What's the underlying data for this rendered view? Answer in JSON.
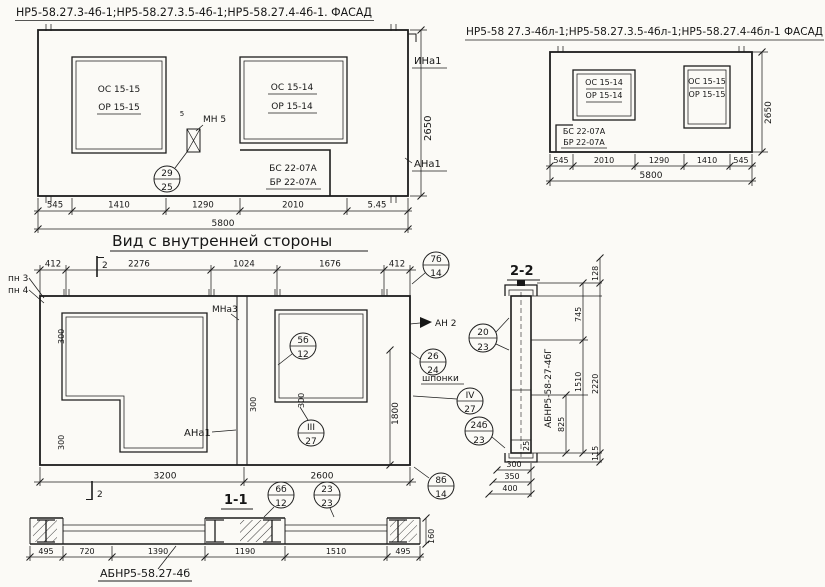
{
  "fl": {
    "title": "НР5-58.27.3-4б-1;НР5-58.27.3.5-4б-1;НР5-58.27.4-4б-1. ФАСАД",
    "win1_l1": "ОС 15-15",
    "win1_l2": "ОР 15-15",
    "win2_l1": "ОС 15-14",
    "win2_l2": "ОР 15-14",
    "bs": "БС 22-07А",
    "br": "БР 22-07А",
    "mn5": "МН 5",
    "five": "5",
    "ina1": "ИНа1",
    "ana1": "АНа1",
    "height": "2650",
    "c29": {
      "t": "29",
      "b": "25"
    },
    "dims": [
      "545",
      "1410",
      "1290",
      "2010",
      "5.45"
    ],
    "total": "5800"
  },
  "fr": {
    "title": "НР5-58 27.3-4бл-1;НР5-58.27.3.5-4бл-1;НР5-58.27.4-4бл-1 ФАСАД",
    "win1_l1": "ОС 15-14",
    "win1_l2": "ОР 15-14",
    "bs": "БС 22-07А",
    "br": "БР 22-07А",
    "win2_l1": "ОС 15-15",
    "win2_l2": "ОР 15-15",
    "height": "2650",
    "dims": [
      "545",
      "2010",
      "1290",
      "1410",
      "545"
    ],
    "total": "5800"
  },
  "iv": {
    "title": "Вид с внутренней стороны",
    "top_dims": [
      "412",
      "2276",
      "1024",
      "1676",
      "412"
    ],
    "marker2": "2",
    "pn3": "пн 3",
    "pn4": "пн 4",
    "mna3": "МНа3",
    "ana1": "АНа1",
    "an2": "АН 2",
    "shponki": "шпонки",
    "d300": "300",
    "height": "1800",
    "bottom_dims": [
      "3200",
      "2600"
    ],
    "c7b": {
      "t": "7б",
      "b": "14"
    },
    "c5b": {
      "t": "5б",
      "b": "12"
    },
    "c26": {
      "t": "26",
      "b": "24"
    },
    "c4": {
      "t": "IV",
      "b": "27"
    },
    "c3": {
      "t": "III",
      "b": "27"
    },
    "c6b": {
      "t": "6б",
      "b": "12"
    },
    "c23": {
      "t": "23",
      "b": "23"
    },
    "c8b": {
      "t": "8б",
      "b": "14"
    }
  },
  "s22": {
    "title": "2-2",
    "d128": "128",
    "d745": "745",
    "d1510": "1510",
    "d2220": "2220",
    "d825": "825",
    "d115": "115",
    "d25": "25",
    "d300": "300",
    "d350": "350",
    "d400": "400",
    "label": "АБНР5-58-27-4бГ",
    "c20": {
      "t": "20",
      "b": "23"
    },
    "c24b": {
      "t": "24б",
      "b": "23"
    }
  },
  "s11": {
    "title": "1-1",
    "dims": [
      "495",
      "720",
      "1390",
      "1190",
      "1510",
      "495"
    ],
    "d160": "160",
    "label": "АБНР5-58.27-4б"
  }
}
